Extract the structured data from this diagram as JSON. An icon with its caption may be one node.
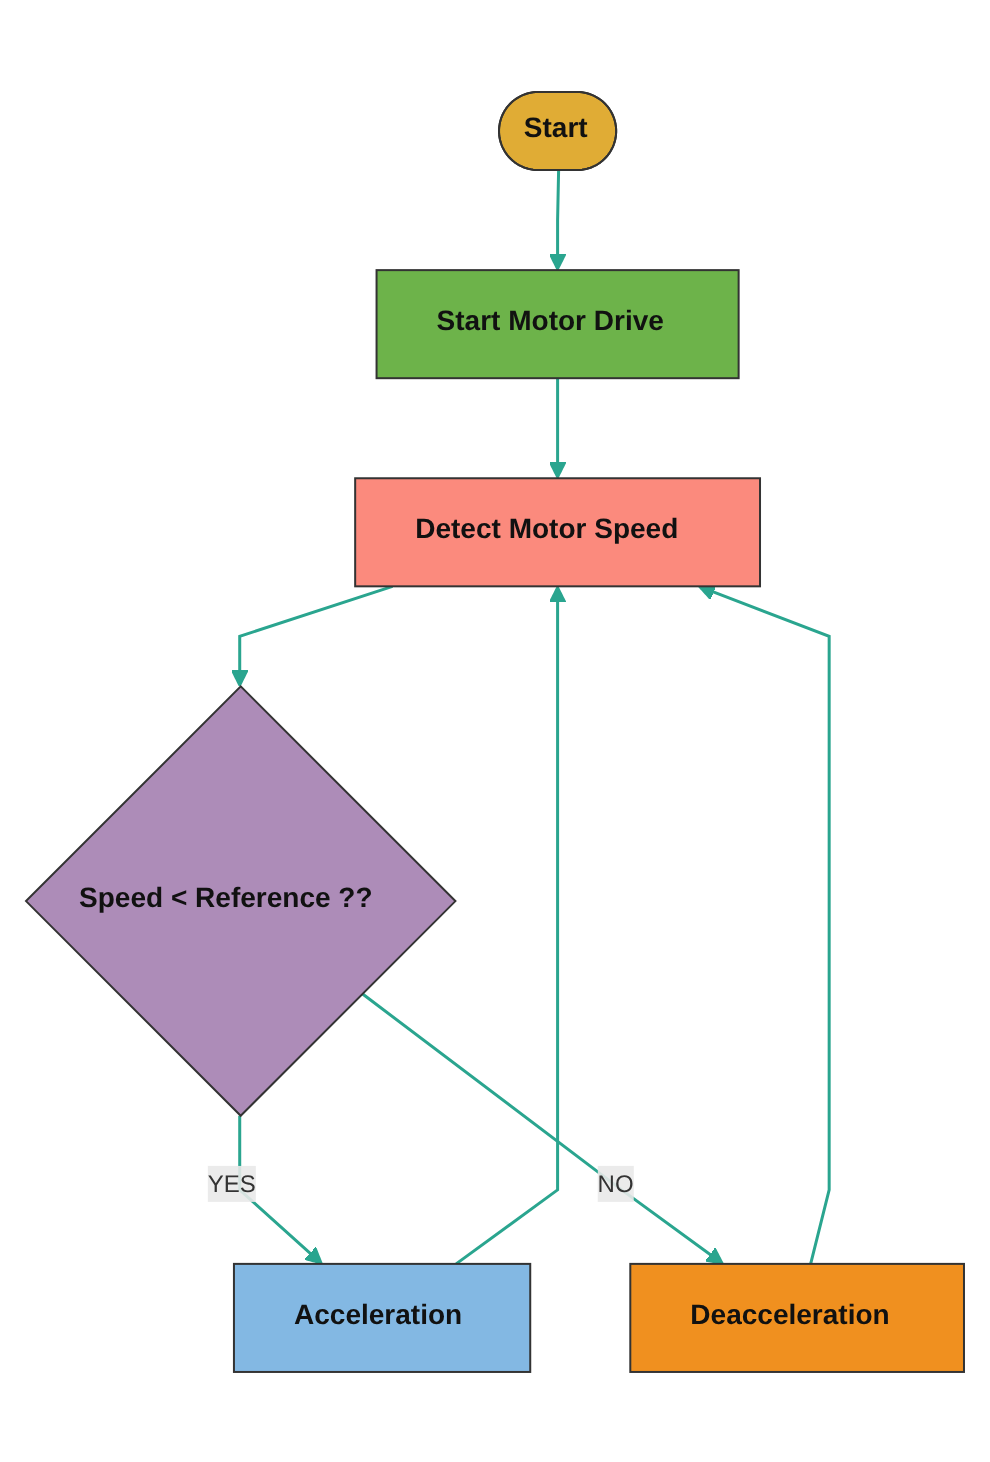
{
  "diagram": {
    "nodes": [
      {
        "text": [
          "Start"
        ]
      },
      {
        "text": [
          "Start Motor Drive"
        ]
      },
      {
        "text": [
          "Detect Motor Speed"
        ]
      },
      {
        "text": [
          "Speed < Reference ??"
        ]
      },
      {
        "text": [
          "Acceleration"
        ]
      },
      {
        "text": [
          "Deacceleration"
        ]
      }
    ],
    "edges": [
      {
        "from": 0,
        "to": 1,
        "arrow": "to"
      },
      {
        "from": 1,
        "to": 2,
        "arrow": "to"
      },
      {
        "from": 2,
        "to": 3,
        "arrow": "to"
      },
      {
        "from": 3,
        "to": 4,
        "arrow": "to",
        "label": "YES"
      },
      {
        "from": 3,
        "to": 5,
        "arrow": "to",
        "label": "NO"
      },
      {
        "from": 5,
        "to": 2,
        "arrow": "to"
      },
      {
        "from": 4,
        "to": 2,
        "arrow": "to"
      }
    ]
  }
}
